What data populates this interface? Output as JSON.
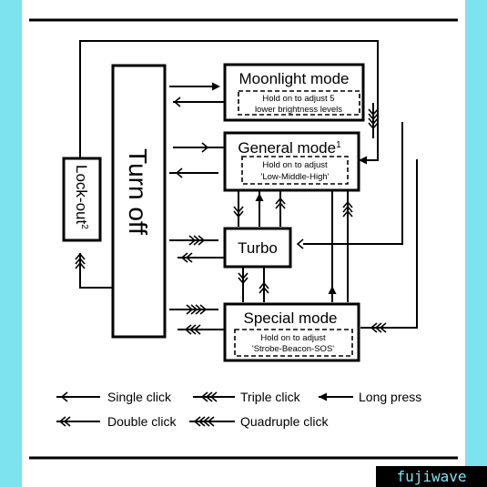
{
  "diagram": {
    "turn_off": "Turn off",
    "lock_out": "Lock-out",
    "lock_out_sup": "2",
    "moonlight": {
      "title": "Moonlight mode",
      "note_line1": "Hold on to adjust 5",
      "note_line2": "lower brightness levels"
    },
    "general": {
      "title": "General mode",
      "sup": "1",
      "note_line1": "Hold on to adjust",
      "note_line2": "'Low-Middle-High'"
    },
    "turbo": {
      "title": "Turbo"
    },
    "special": {
      "title": "Special mode",
      "note_line1": "Hold on to adjust",
      "note_line2": "'Strobe-Beacon-SOS'"
    }
  },
  "legend": {
    "single_click": "Single click",
    "triple_click": "Triple click",
    "long_press": "Long press",
    "double_click": "Double click",
    "quadruple_click": "Quadruple click"
  },
  "watermark": "fujiwave"
}
